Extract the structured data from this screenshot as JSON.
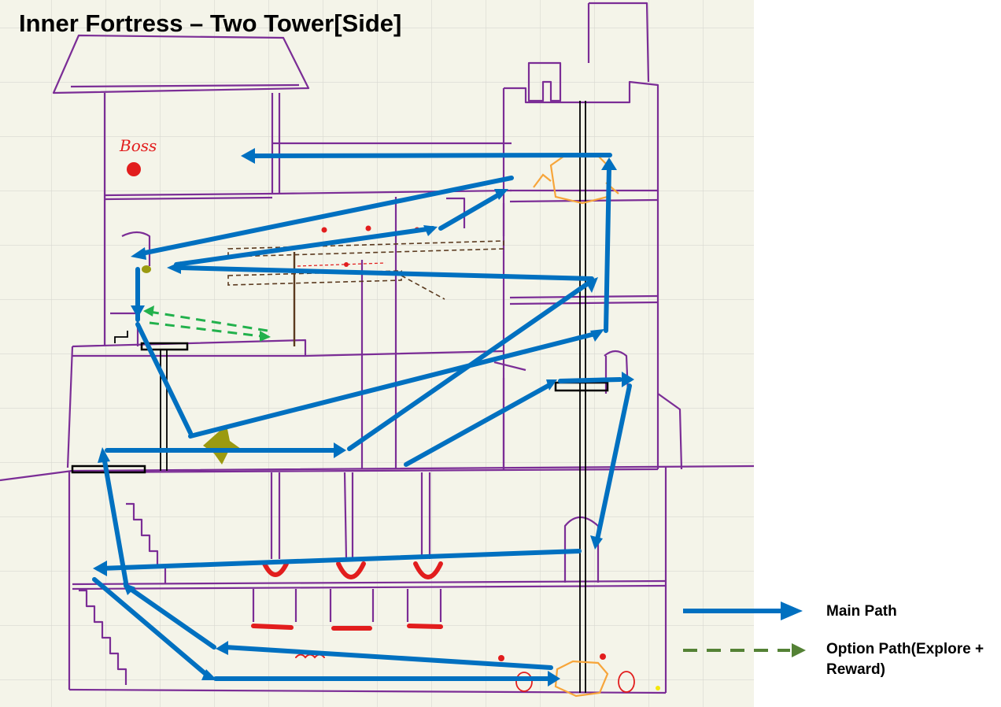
{
  "title": "Inner Fortress – Two Tower[Side]",
  "boss_label": "Boss",
  "legend": {
    "main_path": "Main Path",
    "option_path": "Option Path(Explore + Reward)"
  },
  "colors": {
    "paper": "#f4f4e9",
    "grid": "#d8d8d0",
    "wall": "#7b2d96",
    "main_path": "#0070c0",
    "option_path_sketch": "#22b14c",
    "option_path_legend": "#548235",
    "hazard": "#e21d1d",
    "wood": "#5b3a1f",
    "treasure": "#f7a53a",
    "olive": "#9b9a10"
  },
  "icons": [
    "boss-marker-icon",
    "treasure-chest-icon",
    "spike-trap-icon",
    "pot-icon",
    "ladder-icon"
  ]
}
